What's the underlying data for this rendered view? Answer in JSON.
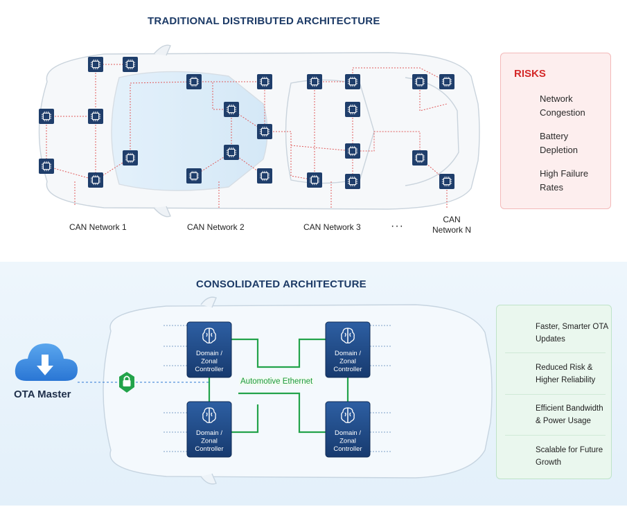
{
  "top": {
    "title": "TRADITIONAL DISTRIBUTED ARCHITECTURE",
    "networks": [
      "CAN Network 1",
      "CAN Network 2",
      "CAN Network 3",
      "CAN\nNetwork N"
    ],
    "ellipsis": "···",
    "risks": {
      "title": "RISKS",
      "items": [
        {
          "label": "Network Congestion",
          "icon": "network-hub-icon"
        },
        {
          "label": "Battery Depletion",
          "icon": "battery-icon"
        },
        {
          "label": "High Failure Rates",
          "icon": "warning-triangle-icon"
        }
      ]
    }
  },
  "bottom": {
    "title": "CONSOLIDATED ARCHITECTURE",
    "ota_label": "OTA Master",
    "ethernet_label": "Automotive Ethernet",
    "controller_label": [
      "Domain /",
      "Zonal",
      "Controller"
    ],
    "benefits": [
      {
        "label": "Faster, Smarter OTA Updates",
        "icon": "clock-icon"
      },
      {
        "label": "Reduced Risk & Higher Reliability",
        "icon": "shield-check-icon"
      },
      {
        "label": "Efficient Bandwidth & Power Usage",
        "icon": "lightning-icon"
      },
      {
        "label": "Scalable for Future Growth",
        "icon": "growth-chart-icon"
      }
    ]
  },
  "colors": {
    "navy": "#1c3a66",
    "chip": "#1f3e6b",
    "can_line": "#e05a5a",
    "ethernet": "#22a34a",
    "risk_red": "#d42828",
    "cloud_blue": "#3a8de0"
  }
}
